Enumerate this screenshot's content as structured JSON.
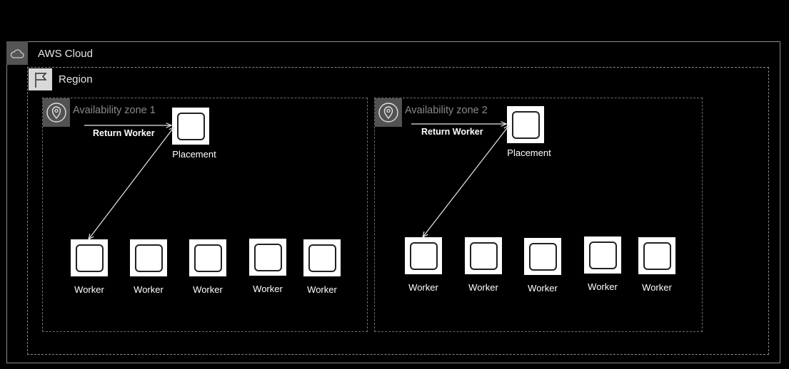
{
  "cloud": {
    "label": "AWS Cloud",
    "icon": "cloud-icon"
  },
  "region": {
    "label": "Region",
    "icon": "flag-icon"
  },
  "zones": [
    {
      "label": "Availability zone 1",
      "icon": "location-pin-icon",
      "placement_label": "Placement",
      "return_label": "Return Worker",
      "workers": [
        "Worker",
        "Worker",
        "Worker",
        "Worker",
        "Worker"
      ]
    },
    {
      "label": "Availability zone 2",
      "icon": "location-pin-icon",
      "placement_label": "Placement",
      "return_label": "Return Worker",
      "workers": [
        "Worker",
        "Worker",
        "Worker",
        "Worker",
        "Worker"
      ]
    }
  ],
  "colors": {
    "background": "#000000",
    "border": "#8a8a8a",
    "node": "#ffffff",
    "text": "#ffffff"
  }
}
